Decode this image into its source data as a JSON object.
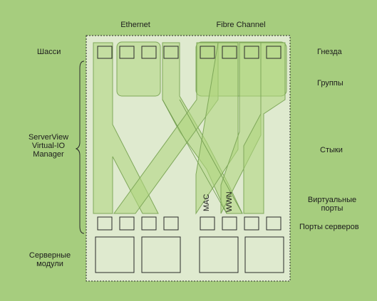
{
  "labels": {
    "ethernet": "Ethernet",
    "fibre_channel": "Fibre Channel",
    "chassis": "Шасси",
    "sockets": "Гнезда",
    "groups": "Группы",
    "manager": "ServerView\nVirtual-IO\nManager",
    "joints": "Стыки",
    "virtual_ports": "Виртуальные\nпорты",
    "server_ports": "Порты серверов",
    "server_modules": "Серверные\nмодули",
    "mac": "MAC",
    "wwn": "WWN"
  },
  "colors": {
    "background": "#a6cd7e",
    "chassis_fill": "#dfeacf",
    "path_fill": "#afd57f",
    "path_stroke": "#7fa85a",
    "box_stroke": "#2a2a2a"
  }
}
